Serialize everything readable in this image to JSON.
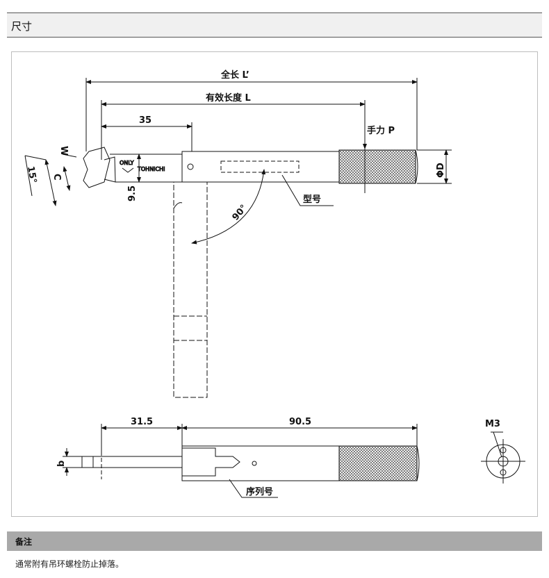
{
  "header": {
    "title": "尺寸"
  },
  "diagram": {
    "overall_length": "全长 L’",
    "effective_length": "有效长度 L",
    "dim_35": "35",
    "hand_force": "手力 P",
    "phi_d": "ΦD",
    "w": "W",
    "c": "C",
    "angle_15": "15°",
    "dim_9_5": "9.5",
    "angle_90": "90°",
    "model_label": "型号",
    "engrave_only": "ONLY",
    "engrave_brand": "TOHNICHI",
    "dim_31_5": "31.5",
    "dim_90_5": "90.5",
    "b": "b",
    "m3": "M3",
    "serial_label": "序列号"
  },
  "notes": {
    "title": "备注",
    "text": "通常附有吊环螺栓防止掉落。"
  }
}
